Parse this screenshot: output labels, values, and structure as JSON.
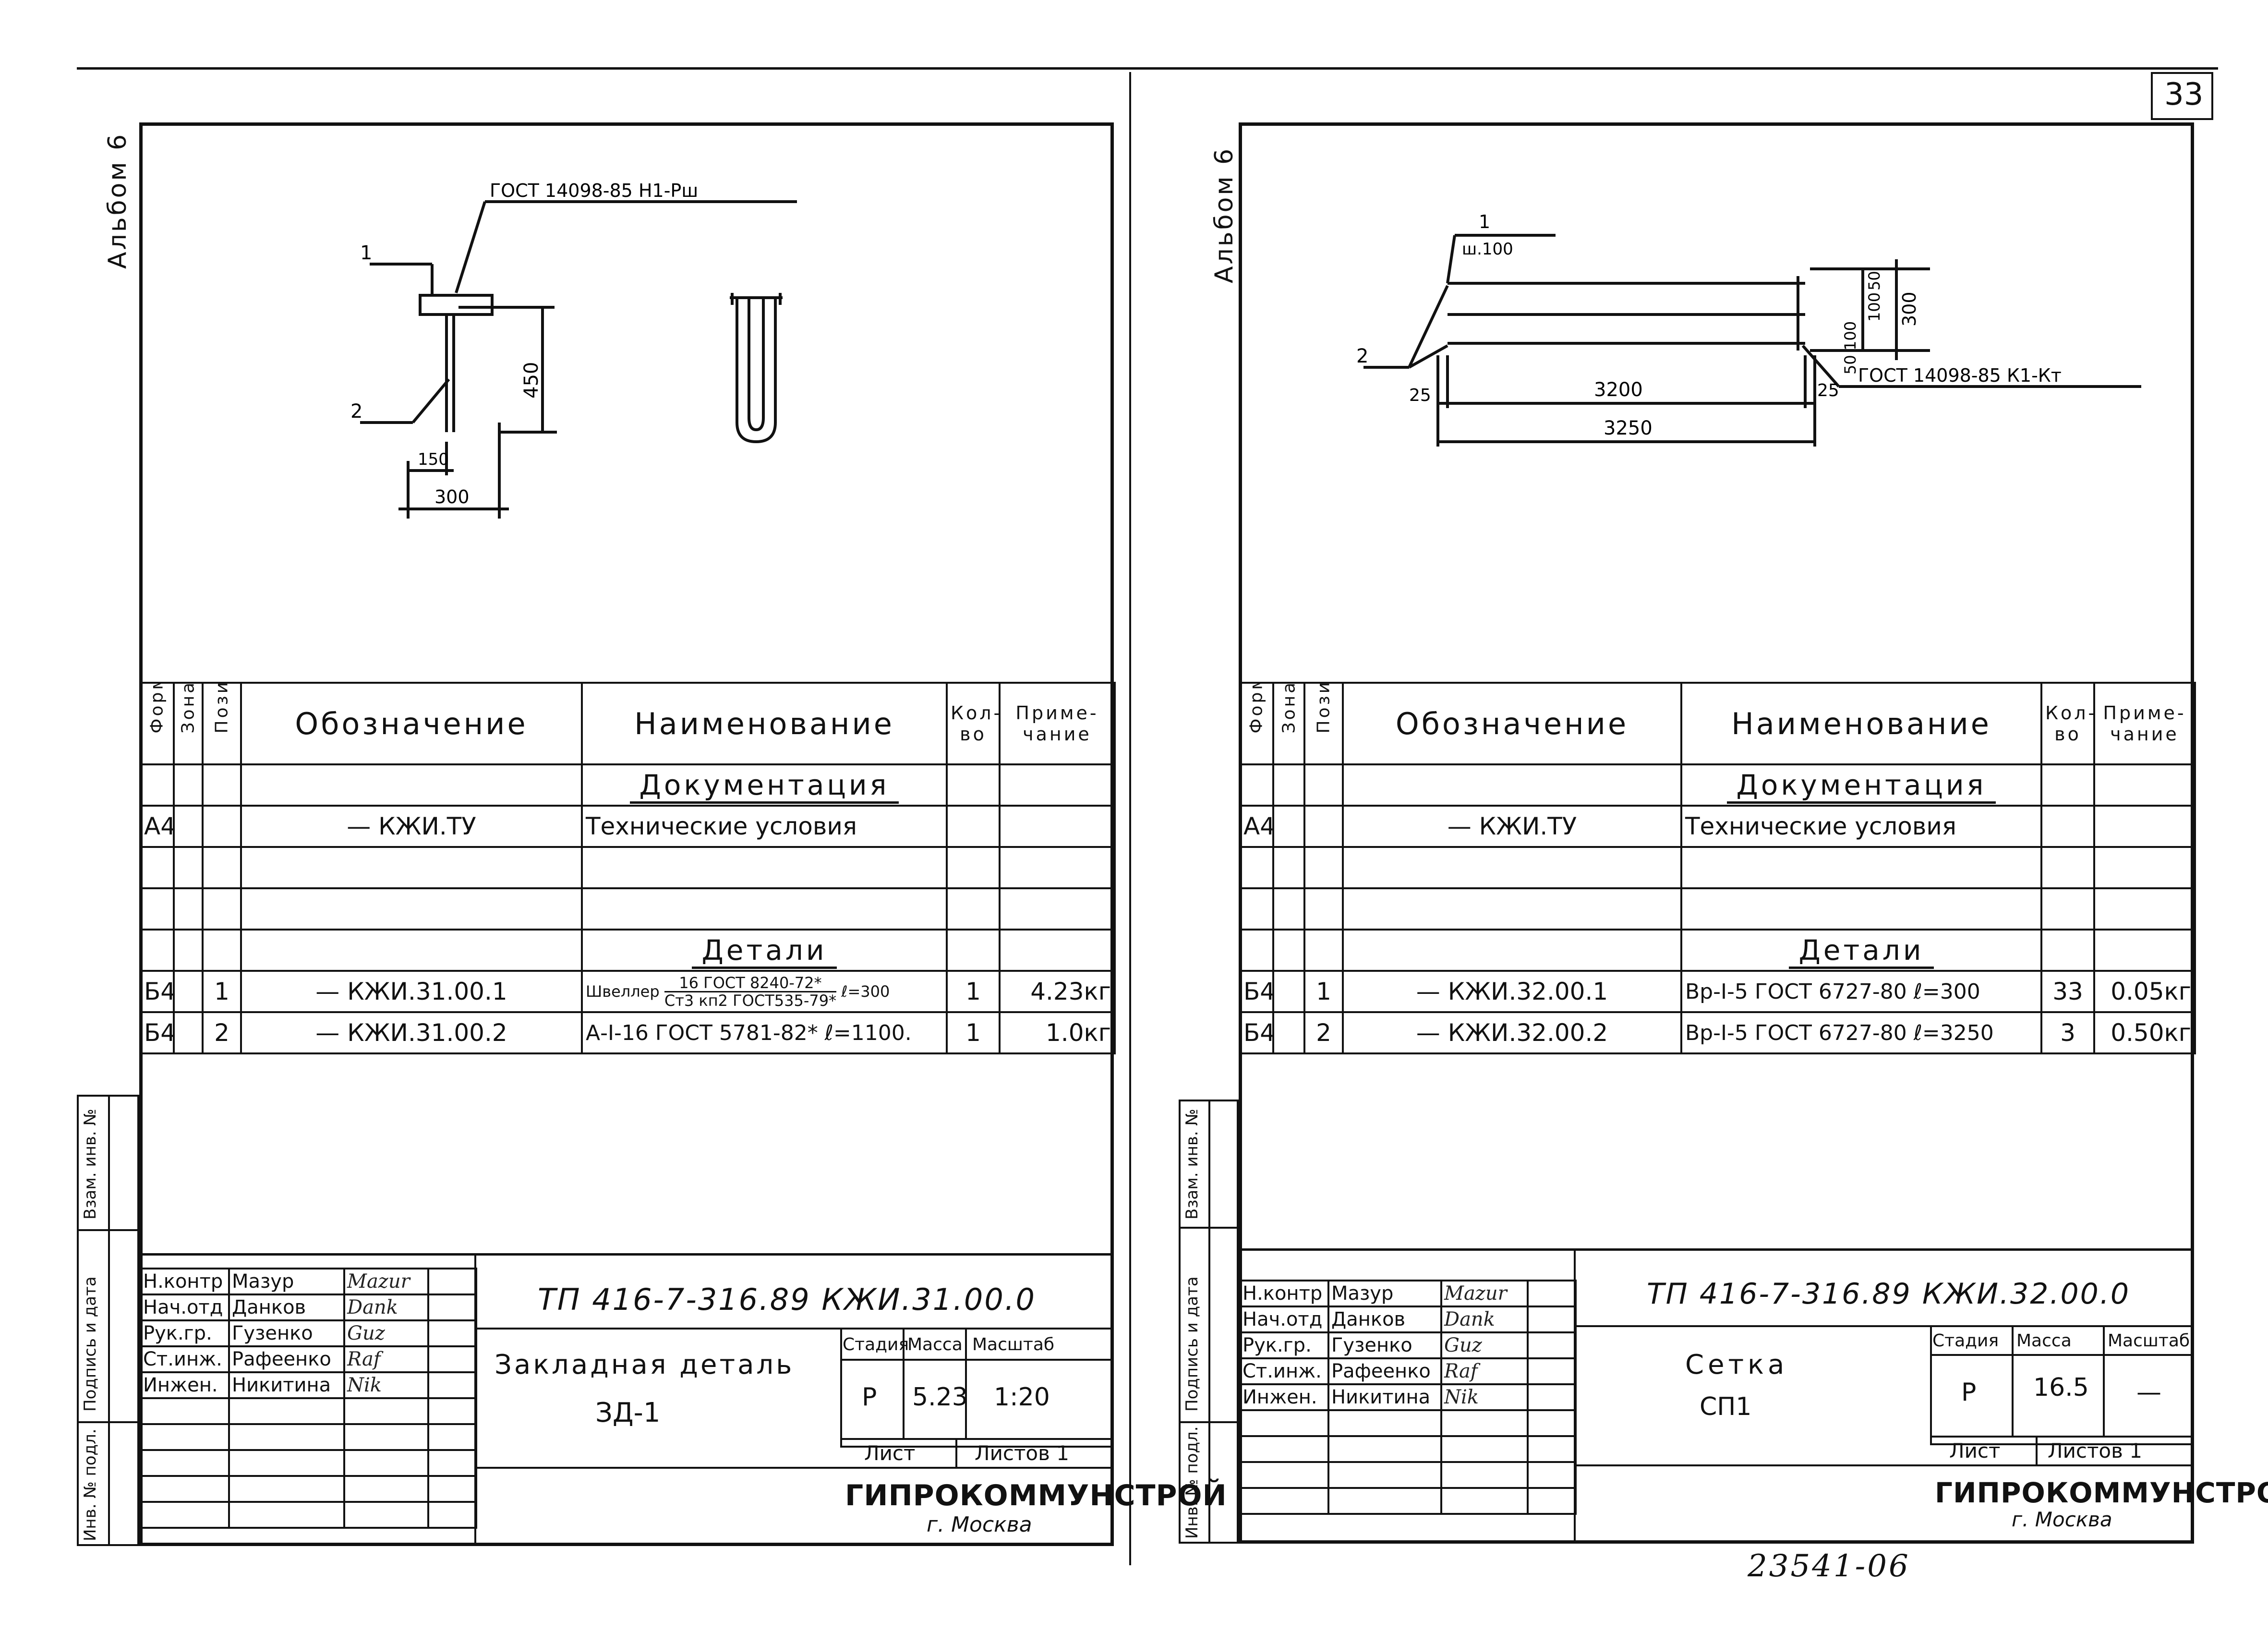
{
  "page_number": "33",
  "stamp": "23541-06",
  "common": {
    "album": "Альбом 6",
    "header": {
      "format": "Формат",
      "zone": "Зона",
      "pos": "Позиц",
      "designation": "Обозначение",
      "name": "Наименование",
      "qty": "Кол-во",
      "note": "Приме-чание"
    },
    "section_docs": "Документация",
    "section_parts": "Детали",
    "tu_format": "А4",
    "tu_designation": "— КЖИ.ТУ",
    "tu_name": "Технические условия",
    "side_labels": {
      "inv_podl": "Инв. № подл.",
      "podpis_data": "Подпись и дата",
      "vzam": "Взам. инв. №"
    },
    "signers": [
      {
        "role": "Н.контр",
        "name": "Мазур"
      },
      {
        "role": "Нач.отд",
        "name": "Данков"
      },
      {
        "role": "Рук.гр.",
        "name": "Гузенко"
      },
      {
        "role": "Ст.инж.",
        "name": "Рафеенко"
      },
      {
        "role": "Инжен.",
        "name": "Никитина"
      }
    ],
    "tb_labels": {
      "stage": "Стадия",
      "mass": "Масса",
      "scale": "Масштаб",
      "sheet": "Лист",
      "sheets": "Листов 1"
    },
    "org": "ГИПРОКОММУНСТРОЙ",
    "city": "г. Москва"
  },
  "left": {
    "code": "ТП 416-7-316.89 КЖИ.31.00.0",
    "title_line1": "Закладная деталь",
    "title_line2": "ЗД-1",
    "stage": "Р",
    "mass": "5.23",
    "scale": "1:20",
    "drawing": {
      "gost": "ГОСТ 14098-85 Н1-Рш",
      "pos1": "1",
      "pos2": "2",
      "d450": "450",
      "d150": "150",
      "d300": "300"
    },
    "parts": [
      {
        "format": "Б4",
        "pos": "1",
        "designation": "— КЖИ.31.00.1",
        "name_prefix": "Швеллер",
        "name_top": "16 ГОСТ 8240-72*",
        "name_bottom": "Ст3 кп2 ГОСТ535-79*",
        "name_suffix": "ℓ=300",
        "qty": "1",
        "note": "4.23кг"
      },
      {
        "format": "Б4",
        "pos": "2",
        "designation": "— КЖИ.31.00.2",
        "name": "А-I-16  ГОСТ 5781-82*  ℓ=1100.",
        "qty": "1",
        "note": "1.0кг"
      }
    ]
  },
  "right": {
    "code": "ТП 416-7-316.89 КЖИ.32.00.0",
    "title_line1": "Сетка",
    "title_line2": "СП1",
    "stage": "Р",
    "mass": "16.5",
    "scale": "—",
    "drawing": {
      "pos1": "1",
      "pitch": "ш.100",
      "pos2": "2",
      "d25a": "25",
      "d3200": "3200",
      "d25b": "25",
      "d3250": "3250",
      "gost": "ГОСТ 14098-85 К1-Кт",
      "d50a": "50",
      "d100a": "100",
      "d100b": "100",
      "d50b": "50",
      "d300": "300"
    },
    "parts": [
      {
        "format": "Б4",
        "pos": "1",
        "designation": "— КЖИ.32.00.1",
        "name": "Вр-I-5 ГОСТ 6727-80  ℓ=300",
        "qty": "33",
        "note": "0.05кг"
      },
      {
        "format": "Б4",
        "pos": "2",
        "designation": "— КЖИ.32.00.2",
        "name": "Вр-I-5 ГОСТ 6727-80  ℓ=3250",
        "qty": "3",
        "note": "0.50кг"
      }
    ]
  }
}
